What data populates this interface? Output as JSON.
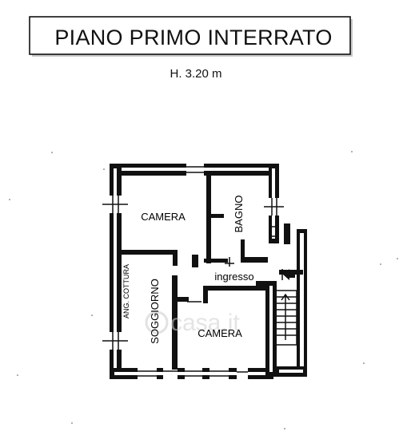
{
  "header": {
    "title": "PIANO PRIMO INTERRATO",
    "height_label": "H. 3.20 m"
  },
  "rooms": {
    "camera_top": "CAMERA",
    "bagno": "BAGNO",
    "angolo_cottura": "ANG. COTTURA",
    "soggiorno": "SOGGIORNO",
    "ingresso": "ingresso",
    "camera_bottom": "CAMERA"
  },
  "watermark": "casa.it",
  "icons": {
    "entrance": "entrance-arrow-icon",
    "stairs": "stairs-icon"
  }
}
